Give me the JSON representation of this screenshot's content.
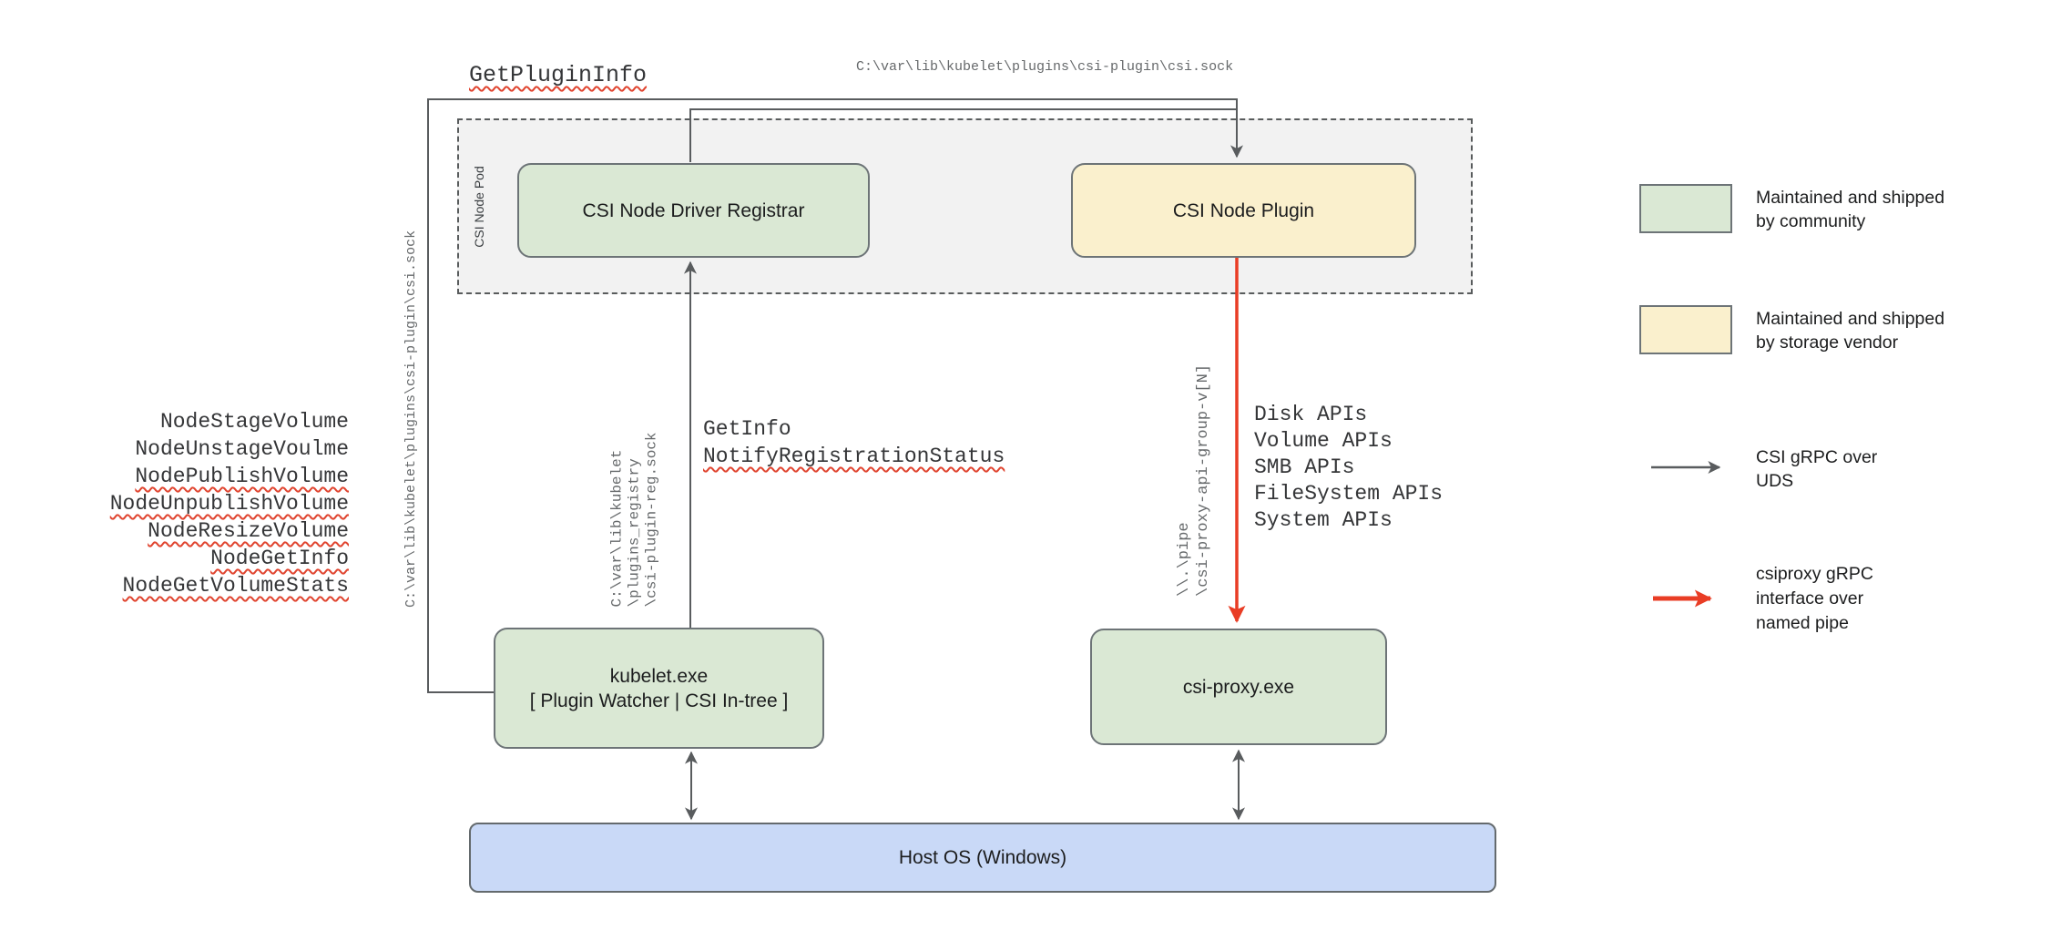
{
  "nodes": {
    "pod_label": "CSI Node Pod",
    "registrar": "CSI Node Driver Registrar",
    "plugin": "CSI Node Plugin",
    "kubelet": {
      "line1": "kubelet.exe",
      "line2": "[ Plugin Watcher | CSI In-tree ]"
    },
    "csi_proxy": "csi-proxy.exe",
    "host_os": "Host OS (Windows)"
  },
  "labels": {
    "get_plugin_info": "GetPluginInfo",
    "csi_sock_top": "C:\\var\\lib\\kubelet\\plugins\\csi-plugin\\csi.sock",
    "csi_sock_vertical": "C:\\var\\lib\\kubelet\\plugins\\csi-plugin\\csi.sock",
    "get_info": "GetInfo",
    "notify_registration_status": "NotifyRegistrationStatus",
    "node_calls": [
      "NodeStageVolume",
      "NodeUnstageVoulme",
      "NodePublishVolume",
      "NodeUnpublishVolume",
      "NodeResizeVolume",
      "NodeGetInfo",
      "NodeGetVolumeStats"
    ],
    "registry_path": [
      "C:\\var\\lib\\kubelet",
      "\\plugins_registry",
      "\\csi-plugin-reg.sock"
    ],
    "pipe_path": [
      "\\\\.\\pipe",
      "\\csi-proxy-api-group-v[N]"
    ],
    "api_calls": [
      "Disk APIs",
      "Volume APIs",
      "SMB APIs",
      "FileSystem APIs",
      "System APIs"
    ]
  },
  "legend": {
    "community": {
      "lines": [
        "Maintained and shipped",
        "by community"
      ]
    },
    "vendor": {
      "lines": [
        "Maintained and shipped",
        "by storage vendor"
      ]
    },
    "uds": {
      "lines": [
        "CSI gRPC over",
        "UDS"
      ]
    },
    "namedpipe": {
      "lines": [
        "csiproxy gRPC",
        "interface over",
        "named pipe"
      ]
    }
  },
  "colors": {
    "community_green": "#dae8d4",
    "vendor_yellow": "#faf0cd",
    "host_blue": "#c9d9f7",
    "pod_gray": "#f2f2f2",
    "connector_gray": "#595c5e",
    "named_pipe_red": "#e93d25",
    "squiggle_red": "#e0442f"
  }
}
